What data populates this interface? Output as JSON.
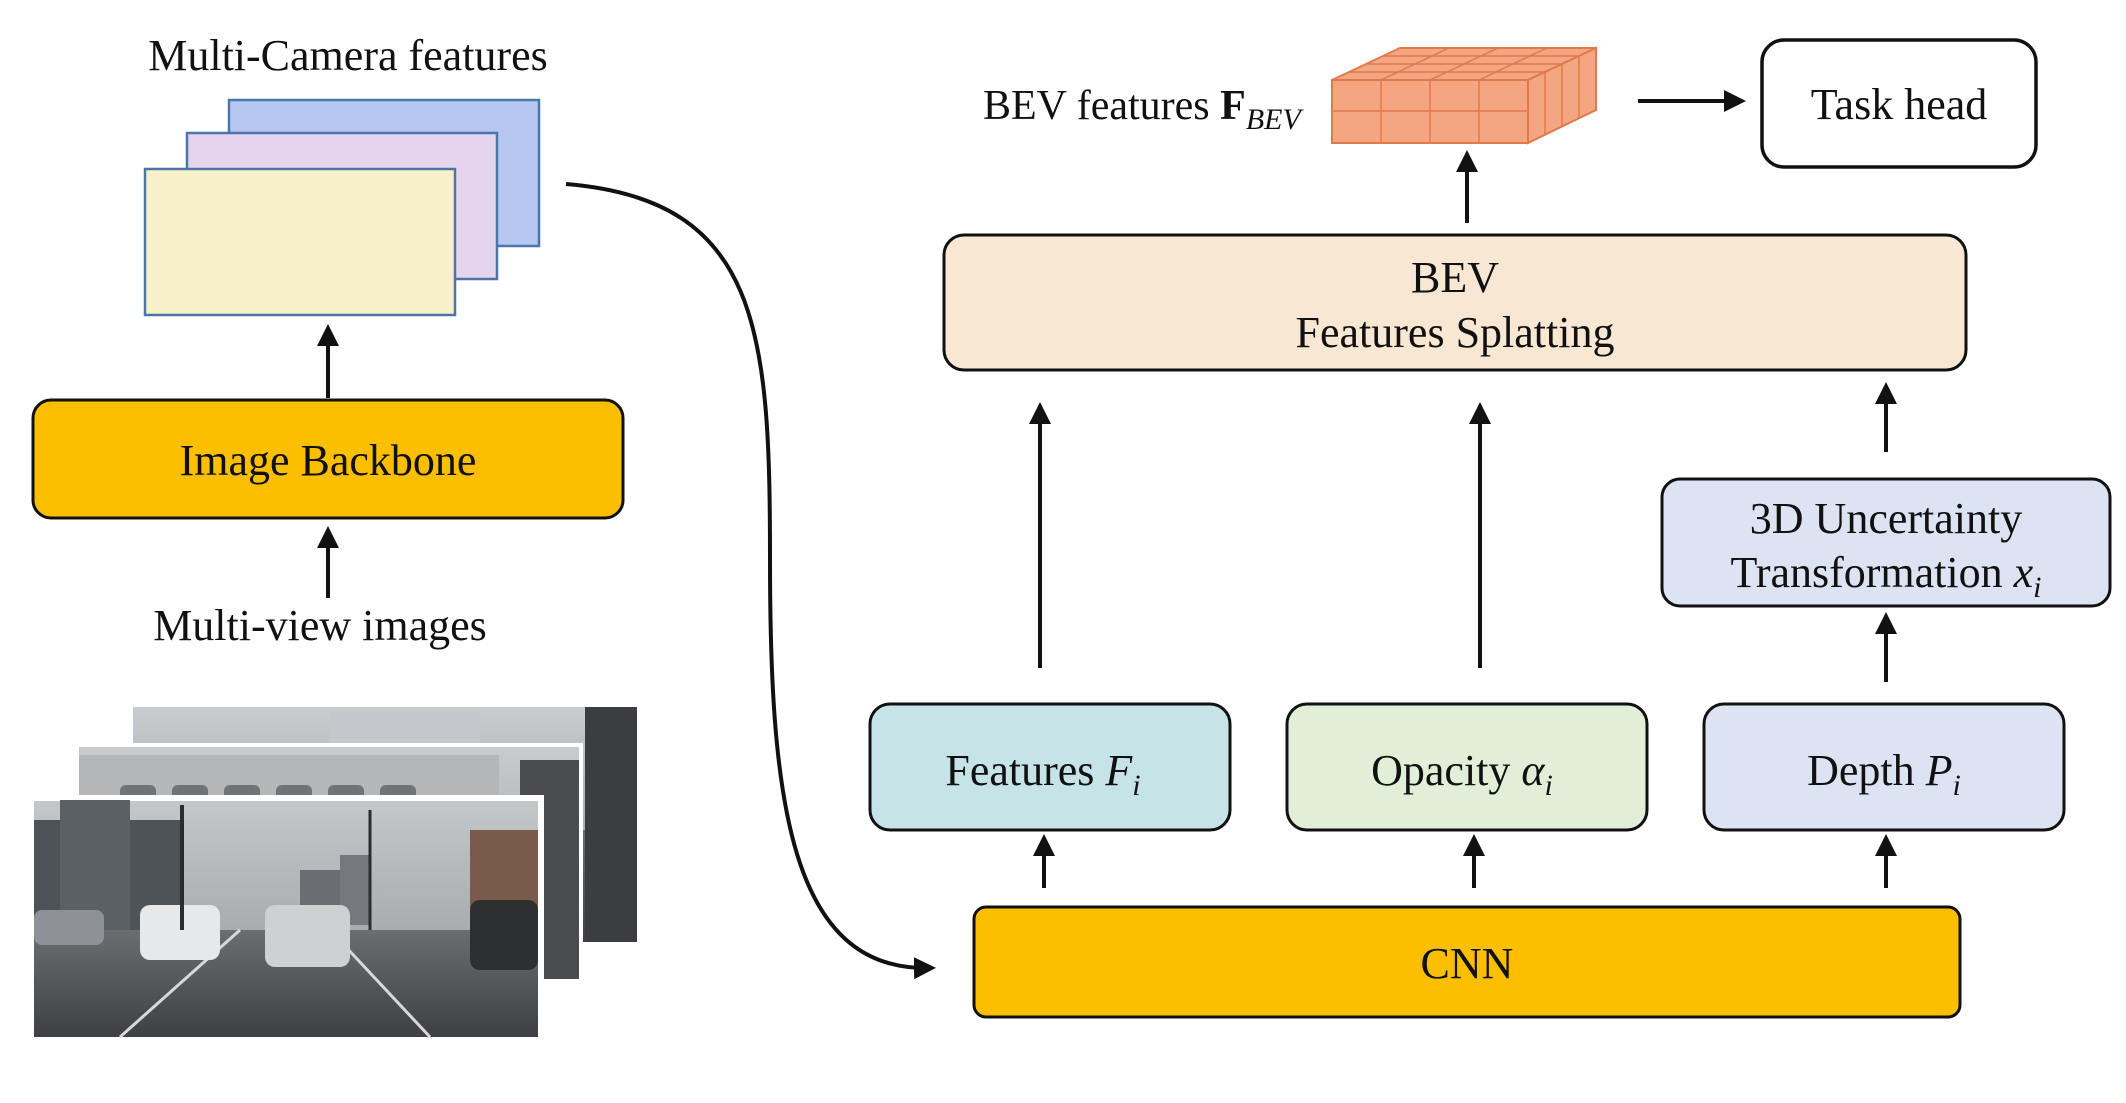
{
  "left": {
    "features_title": "Multi-Camera features",
    "backbone_label": "Image Backbone",
    "images_label": "Multi-view images"
  },
  "bev_features": {
    "label_text": "BEV features ",
    "symbol_main": "F",
    "symbol_sub": "BEV"
  },
  "task_head": "Task head",
  "splatting": {
    "line1": "BEV",
    "line2": "Features Splatting"
  },
  "uncertainty": {
    "line1": "3D Uncertainty",
    "line2_text": "Transformation ",
    "line2_var": "x",
    "line2_sub": "i"
  },
  "features_box": {
    "text": "Features ",
    "var": "F",
    "sub": "i"
  },
  "opacity_box": {
    "text": "Opacity ",
    "var": "α",
    "sub": "i"
  },
  "depth_box": {
    "text": "Depth ",
    "var": "P",
    "sub": "i"
  },
  "cnn_label": "CNN",
  "colors": {
    "backbone": "#fbbf00",
    "cnn": "#fbbf00",
    "splatting": "#f8e7d2",
    "uncertainty": "#dce3f2",
    "features": "#c6e3e8",
    "opacity": "#e1efd9",
    "depth": "#dce3f2",
    "cam_yellow": "#f8f0c8",
    "cam_pink": "#e6d3ee",
    "cam_blue": "#b8c6f2",
    "bev_cube": "#f4a582"
  }
}
